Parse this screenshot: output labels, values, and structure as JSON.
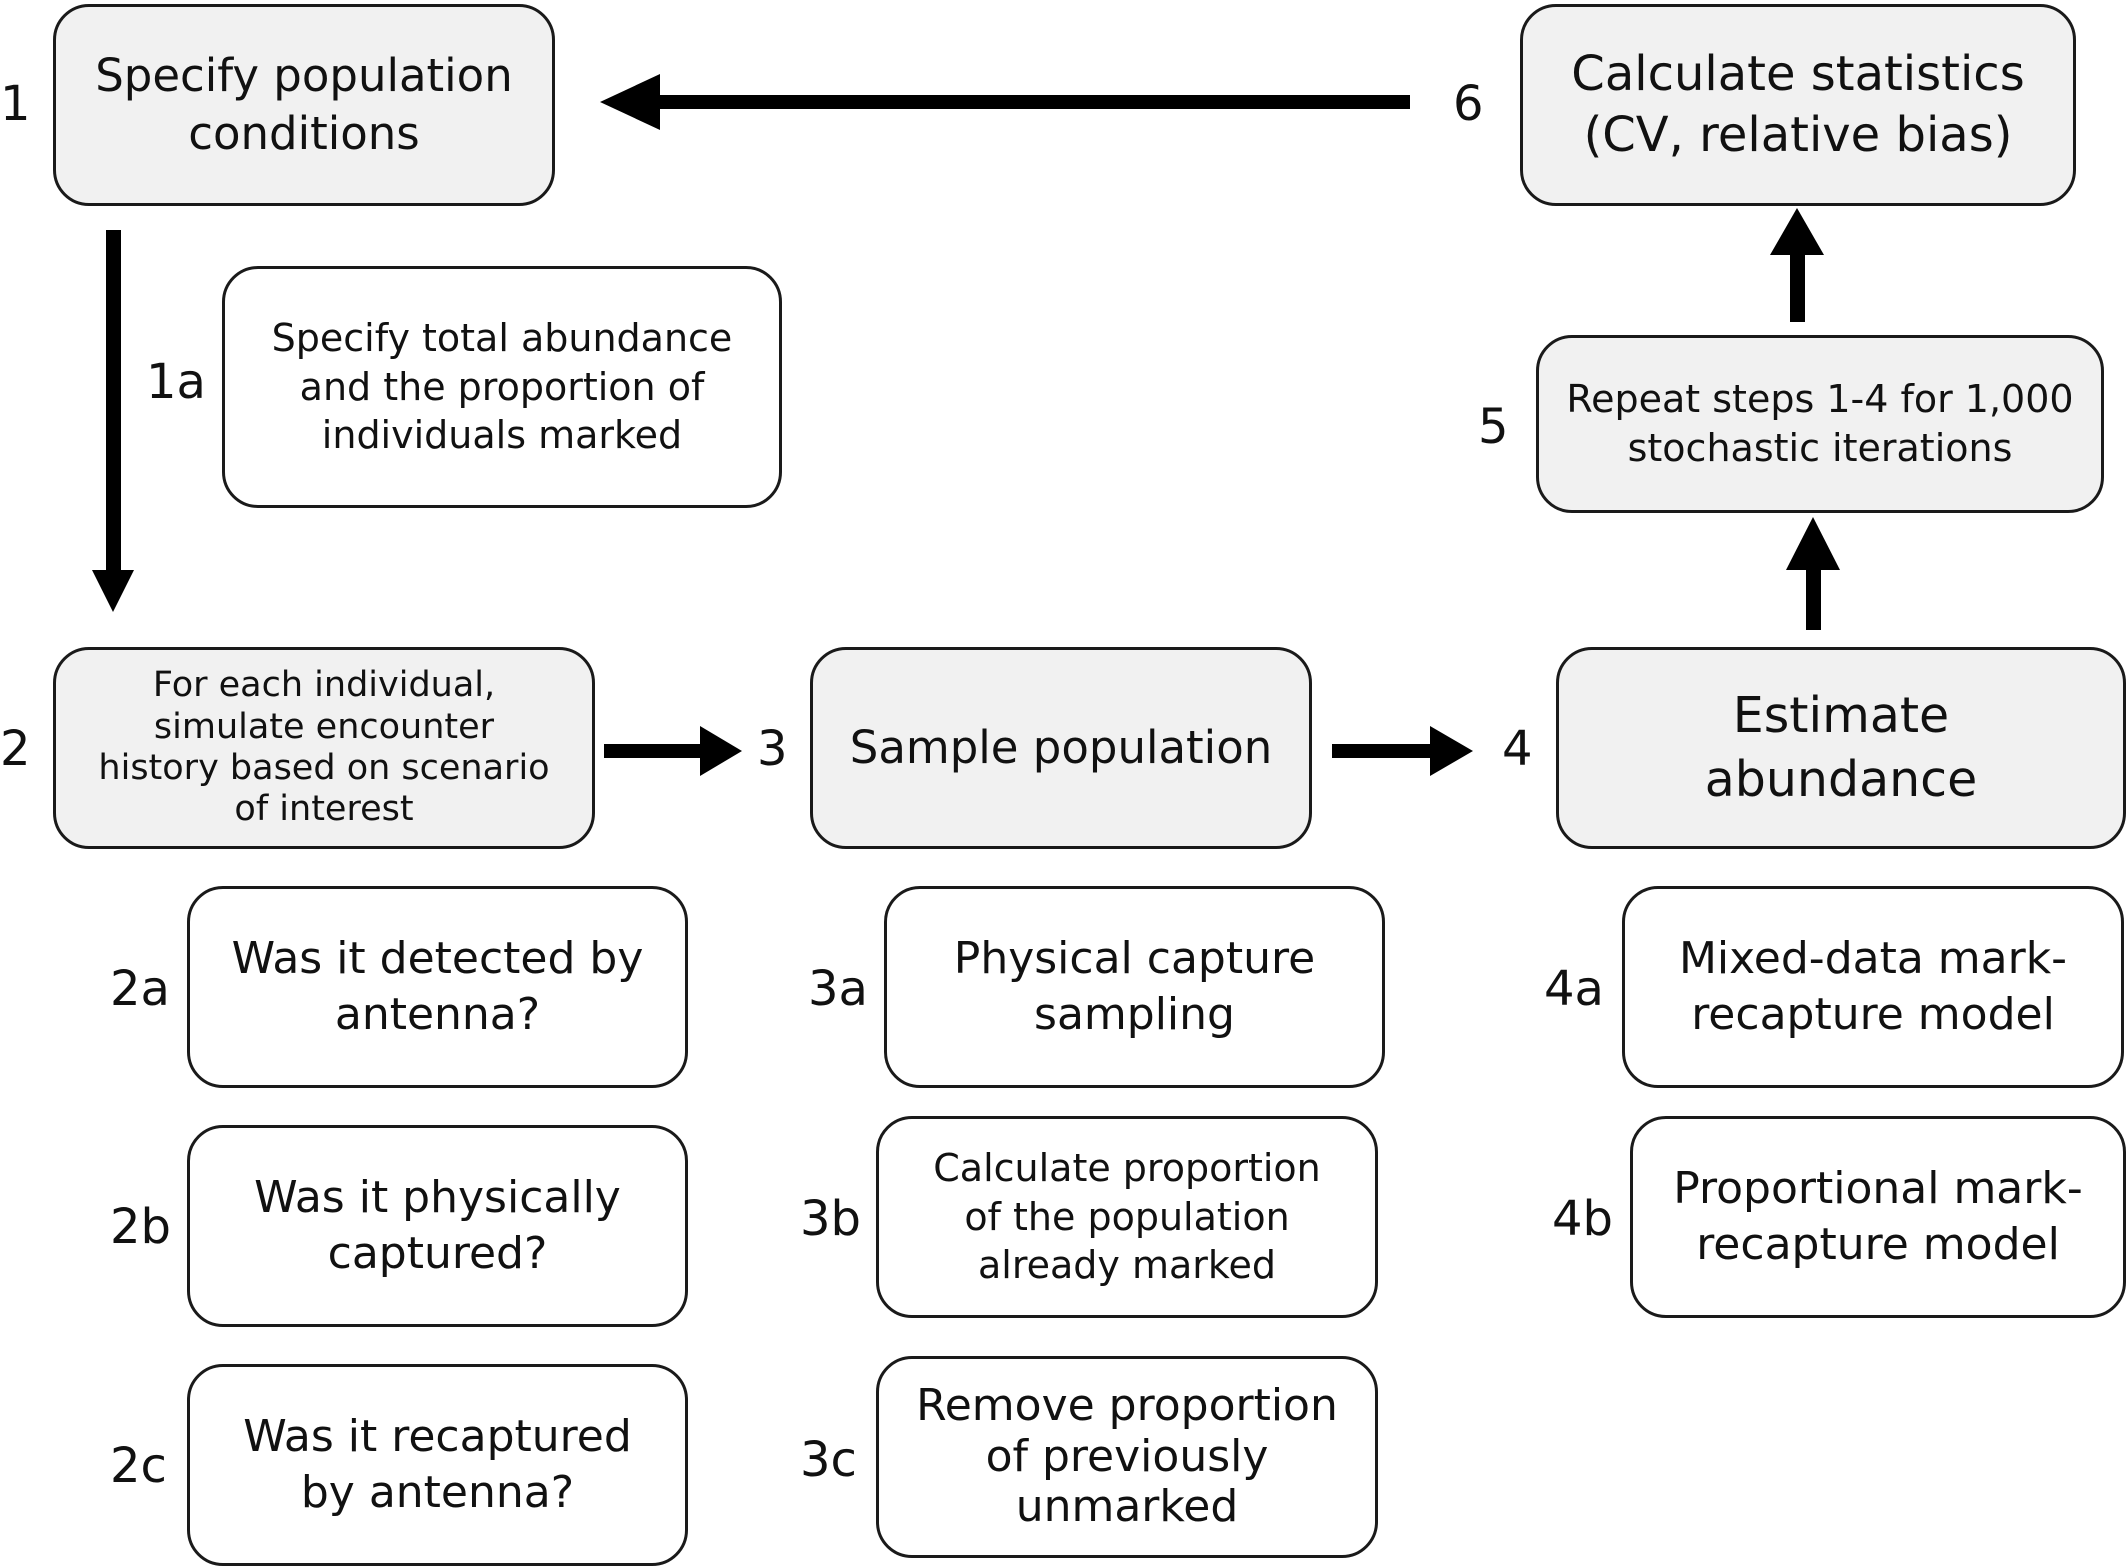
{
  "steps": {
    "s1": {
      "number": "1",
      "text": "Specify population\nconditions"
    },
    "s1a": {
      "number": "1a",
      "text": "Specify total abundance\nand the proportion of\nindividuals marked"
    },
    "s2": {
      "number": "2",
      "text": "For each individual,\nsimulate encounter\nhistory based on scenario\nof interest"
    },
    "s2a": {
      "number": "2a",
      "text": "Was it detected by\nantenna?"
    },
    "s2b": {
      "number": "2b",
      "text": "Was it physically\ncaptured?"
    },
    "s2c": {
      "number": "2c",
      "text": "Was it recaptured\nby antenna?"
    },
    "s3": {
      "number": "3",
      "text": "Sample population"
    },
    "s3a": {
      "number": "3a",
      "text": "Physical capture\nsampling"
    },
    "s3b": {
      "number": "3b",
      "text": "Calculate proportion\nof the population\nalready marked"
    },
    "s3c": {
      "number": "3c",
      "text": "Remove proportion\nof previously\nunmarked"
    },
    "s4": {
      "number": "4",
      "text": "Estimate\nabundance"
    },
    "s4a": {
      "number": "4a",
      "text": "Mixed-data mark-\nrecapture model"
    },
    "s4b": {
      "number": "4b",
      "text": "Proportional mark-\nrecapture model"
    },
    "s5": {
      "number": "5",
      "text": "Repeat steps 1-4 for 1,000\nstochastic iterations"
    },
    "s6": {
      "number": "6",
      "text": "Calculate statistics\n(CV, relative bias)"
    }
  },
  "colors": {
    "box_fill_gray": "#f1f1f1",
    "box_fill_white": "#ffffff",
    "border": "#1a1a1a",
    "arrow": "#000000"
  }
}
